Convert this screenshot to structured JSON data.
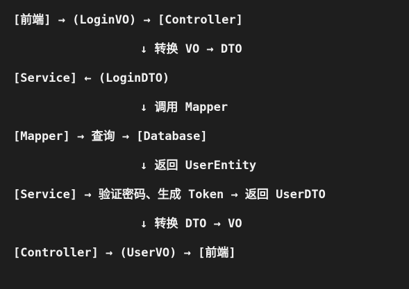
{
  "flow": {
    "lines": [
      "[前端] → (LoginVO) → [Controller]",
      "↓ 转换 VO → DTO",
      "[Service] ← (LoginDTO)",
      "↓ 调用 Mapper",
      "[Mapper] → 查询 → [Database]",
      "↓ 返回 UserEntity",
      "[Service] → 验证密码、生成 Token → 返回 UserDTO",
      "↓ 转换 DTO → VO",
      "[Controller] → (UserVO) → [前端]"
    ]
  }
}
